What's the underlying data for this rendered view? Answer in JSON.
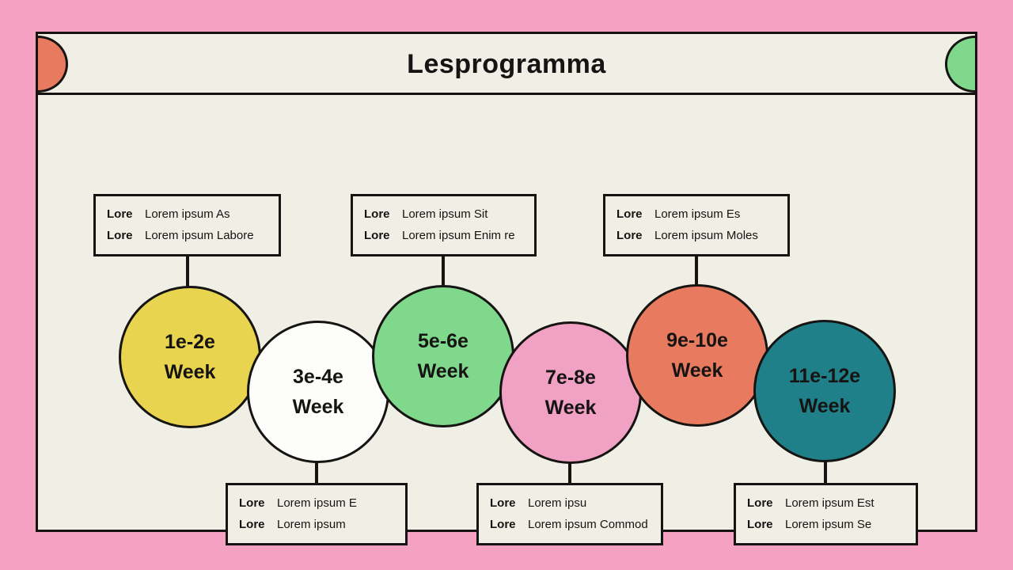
{
  "title": "Lesprogramma",
  "decor": {
    "background_pink": "#f5a1c1",
    "canvas_cream": "#f0efe6",
    "ink": "#161412",
    "left_semicircle_color": "#e87a60",
    "right_semicircle_color": "#7fd88b"
  },
  "circles": [
    {
      "line1": "1e-2e",
      "line2": "Week",
      "color": "#e8d44e"
    },
    {
      "line1": "3e-4e",
      "line2": "Week",
      "color": "#fdfdfc"
    },
    {
      "line1": "5e-6e",
      "line2": "Week",
      "color": "#7fd88b"
    },
    {
      "line1": "7e-8e",
      "line2": "Week",
      "color": "#f1a1c4"
    },
    {
      "line1": "9e-10e",
      "line2": "Week",
      "color": "#e87a60"
    },
    {
      "line1": "11e-12e",
      "line2": "Week",
      "color": "#20808a"
    }
  ],
  "notes": {
    "top": [
      {
        "rows": [
          {
            "label": "Lore",
            "value": "Lorem ipsum As"
          },
          {
            "label": "Lore",
            "value": "Lorem ipsum Labore"
          }
        ]
      },
      {
        "rows": [
          {
            "label": "Lore",
            "value": "Lorem ipsum Sit"
          },
          {
            "label": "Lore",
            "value": "Lorem ipsum Enim re"
          }
        ]
      },
      {
        "rows": [
          {
            "label": "Lore",
            "value": "Lorem ipsum Es"
          },
          {
            "label": "Lore",
            "value": "Lorem ipsum Moles"
          }
        ]
      }
    ],
    "bottom": [
      {
        "rows": [
          {
            "label": "Lore",
            "value": "Lorem ipsum E"
          },
          {
            "label": "Lore",
            "value": "Lorem ipsum"
          }
        ]
      },
      {
        "rows": [
          {
            "label": "Lore",
            "value": "Lorem ipsu"
          },
          {
            "label": "Lore",
            "value": "Lorem ipsum Commod"
          }
        ]
      },
      {
        "rows": [
          {
            "label": "Lore",
            "value": "Lorem ipsum Est"
          },
          {
            "label": "Lore",
            "value": "Lorem ipsum Se"
          }
        ]
      }
    ]
  }
}
